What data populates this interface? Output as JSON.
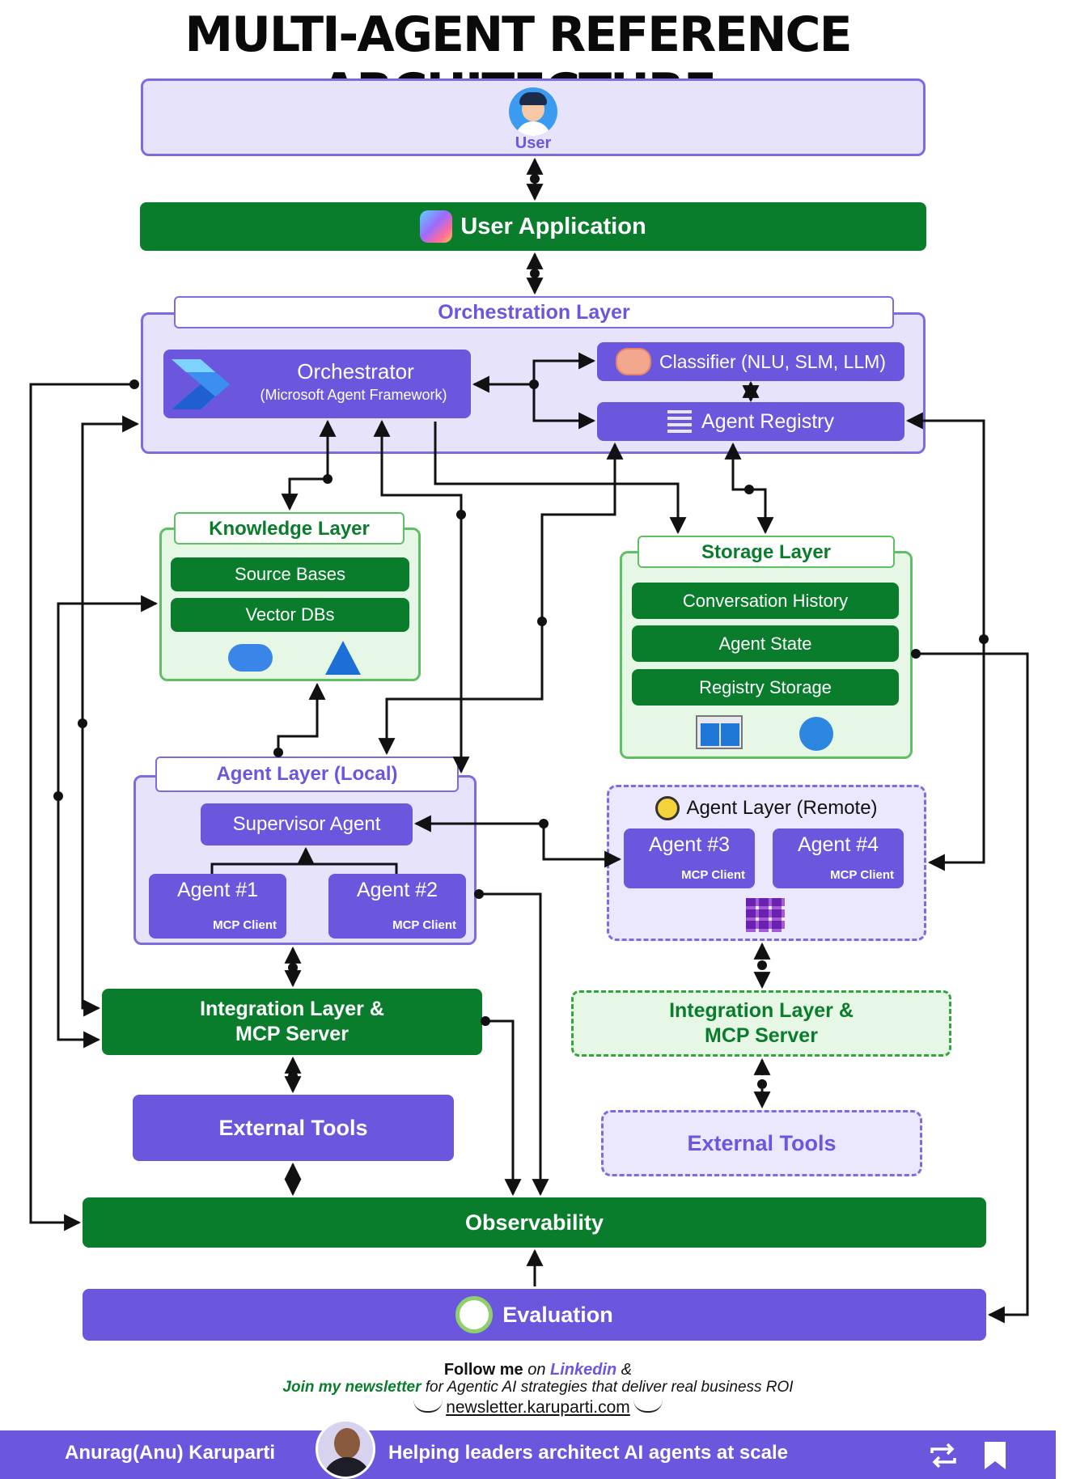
{
  "title": "MULTI-AGENT REFERENCE ARCHITECTURE",
  "user": {
    "label": "User"
  },
  "user_app": {
    "label": "User Application"
  },
  "orchestration": {
    "title": "Orchestration Layer",
    "orchestrator_title": "Orchestrator",
    "orchestrator_sub": "(Microsoft Agent Framework)",
    "classifier": "Classifier (NLU, SLM, LLM)",
    "registry": "Agent Registry"
  },
  "knowledge": {
    "title": "Knowledge Layer",
    "items": [
      "Source Bases",
      "Vector DBs"
    ]
  },
  "storage": {
    "title": "Storage Layer",
    "items": [
      "Conversation History",
      "Agent State",
      "Registry Storage"
    ]
  },
  "agent_local": {
    "title": "Agent Layer (Local)",
    "supervisor": "Supervisor Agent",
    "agents": [
      {
        "name": "Agent #1",
        "client": "MCP Client"
      },
      {
        "name": "Agent #2",
        "client": "MCP Client"
      }
    ]
  },
  "agent_remote": {
    "title": "Agent Layer (Remote)",
    "agents": [
      {
        "name": "Agent #3",
        "client": "MCP Client"
      },
      {
        "name": "Agent #4",
        "client": "MCP Client"
      }
    ]
  },
  "integration_local": {
    "line1": "Integration Layer &",
    "line2": "MCP Server"
  },
  "integration_remote": {
    "line1": "Integration Layer &",
    "line2": "MCP Server"
  },
  "external_local": {
    "label": "External Tools"
  },
  "external_remote": {
    "label": "External Tools"
  },
  "observability": {
    "label": "Observability"
  },
  "evaluation": {
    "label": "Evaluation"
  },
  "follow": {
    "line1_bold": "Follow me",
    "line1_mid": " on ",
    "line1_link": "Linkedin",
    "line1_end": " &",
    "line2_bold": "Join my newsletter",
    "line2_rest": " for Agentic AI strategies that deliver real business ROI",
    "url": "newsletter.karuparti.com"
  },
  "footer": {
    "name": "Anurag(Anu) Karuparti",
    "tagline": "Helping leaders architect AI agents at scale"
  },
  "colors": {
    "green": "#0a7d2c",
    "purple": "#6b57dd",
    "lavender": "#e7e3fb",
    "light_green": "#e7f7e6"
  }
}
